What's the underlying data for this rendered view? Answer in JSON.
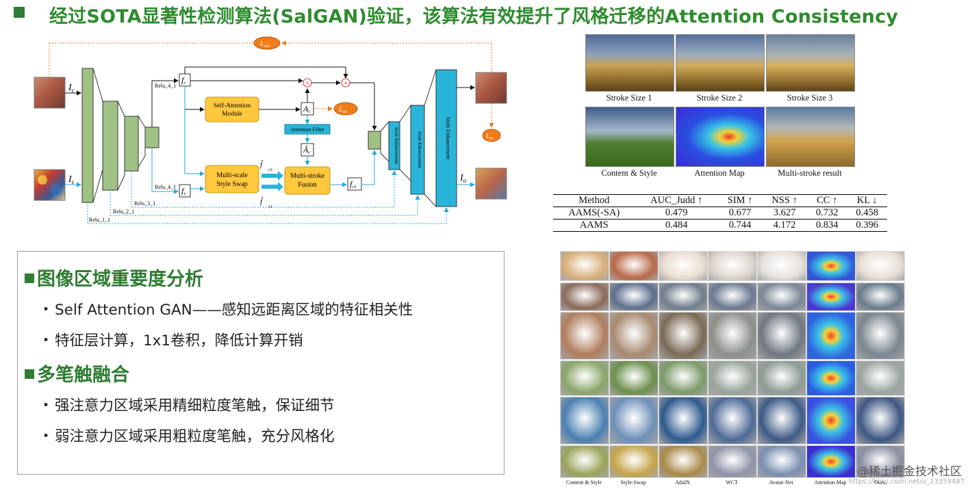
{
  "title": "经过SOTA显著性检测算法(SalGAN)验证，该算法有效提升了风格迁移的Attention Consistency",
  "diagram": {
    "input_content": "I",
    "input_content_sub": "c",
    "input_style": "I",
    "input_style_sub": "s",
    "output": "I",
    "output_sub": "o",
    "loss_con": "L",
    "loss_con_sub": "con",
    "loss_att": "L",
    "loss_att_sub": "att",
    "loss_tv": "L",
    "loss_tv_sub": "tv",
    "self_attention_module": [
      "Self-Attention",
      "Module"
    ],
    "multi_scale_style_swap": [
      "Multi-scale",
      "Style Swap"
    ],
    "multi_stroke_fusion": [
      "Multi-stroke",
      "Fusion"
    ],
    "attention_filter": "Attention Filter",
    "fc": "f",
    "fc_sub": "c",
    "fs": "f",
    "fs_sub": "s",
    "fcs": "f",
    "fcs_sub": "cs",
    "ac": "A",
    "ac_sub": "c",
    "ac_hat": "Â",
    "ac_hat_sub": "c",
    "fcs_swap_top": "f̂",
    "fcs_swap_bottom": "f̂",
    "relu_4_1_top": "Relu_4_1",
    "relu_4_1_bottom": "Relu_4_1",
    "relu_3_1": "Relu_3_1",
    "relu_2_1": "Relu_2_1",
    "relu_1_1": "Relu_1_1",
    "style_enhancement": "Style Enhancement",
    "colors": {
      "encoder": "#9fc284",
      "module": "#ffc83d",
      "filter": "#2ab5d8",
      "loss": "#f07d1a",
      "flow": "#1fa8d8"
    }
  },
  "stroke_panel": {
    "captions": [
      "Stroke Size 1",
      "Stroke Size 2",
      "Stroke Size 3",
      "Content & Style",
      "Attention Map",
      "Multi-stroke result"
    ]
  },
  "metrics": {
    "headers": [
      "Method",
      "AUC_Judd ↑",
      "SIM ↑",
      "NSS ↑",
      "CC ↑",
      "KL ↓"
    ],
    "rows": [
      [
        "AAMS(-SA)",
        "0.479",
        "0.677",
        "3.627",
        "0.732",
        "0.458"
      ],
      [
        "AAMS",
        "0.484",
        "0.744",
        "4.172",
        "0.834",
        "0.396"
      ]
    ]
  },
  "notes": {
    "section1": "图像区域重要度分析",
    "bullets1": [
      "Self Attention GAN——感知远距离区域的特征相关性",
      "特征层计算，1x1卷积，降低计算开销"
    ],
    "section2": "多笔触融合",
    "bullets2": [
      "强注意力区域采用精细粒度笔触，保证细节",
      "弱注意力区域采用粗粒度笔触，充分风格化"
    ]
  },
  "comparison": {
    "columns": [
      "Content & Style",
      "Style-Swap",
      "AdaIN",
      "WCT",
      "Avatar-Net",
      "Attention Map",
      "Ours"
    ]
  },
  "watermark": "@稀土掘金技术社区",
  "url": "https://blog.csdn.net/u_23359487"
}
